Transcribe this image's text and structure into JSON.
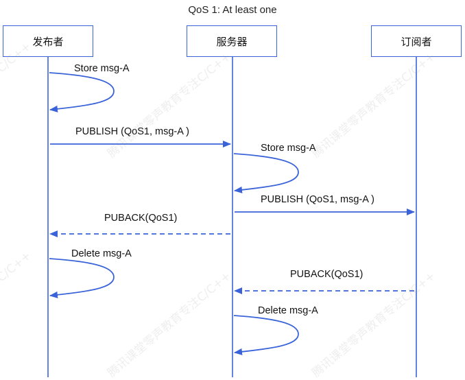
{
  "title": "QoS 1: At least one",
  "actors": [
    "发布者",
    "服务器",
    "订阅者"
  ],
  "messages": [
    {
      "label": "Store msg-A",
      "from": 0,
      "to": 0,
      "style": "self"
    },
    {
      "label": "PUBLISH (QoS1, msg-A )",
      "from": 0,
      "to": 1,
      "style": "solid"
    },
    {
      "label": "Store msg-A",
      "from": 1,
      "to": 1,
      "style": "self"
    },
    {
      "label": "PUBLISH (QoS1, msg-A )",
      "from": 1,
      "to": 2,
      "style": "solid"
    },
    {
      "label": "PUBACK(QoS1)",
      "from": 1,
      "to": 0,
      "style": "dashed"
    },
    {
      "label": "Delete msg-A",
      "from": 0,
      "to": 0,
      "style": "self"
    },
    {
      "label": "PUBACK(QoS1)",
      "from": 2,
      "to": 1,
      "style": "dashed"
    },
    {
      "label": "Delete msg-A",
      "from": 1,
      "to": 1,
      "style": "self"
    }
  ],
  "watermark": "腾讯课堂零声教育专注C/C++",
  "colors": {
    "line": "#3a63d9",
    "text": "#111111"
  }
}
